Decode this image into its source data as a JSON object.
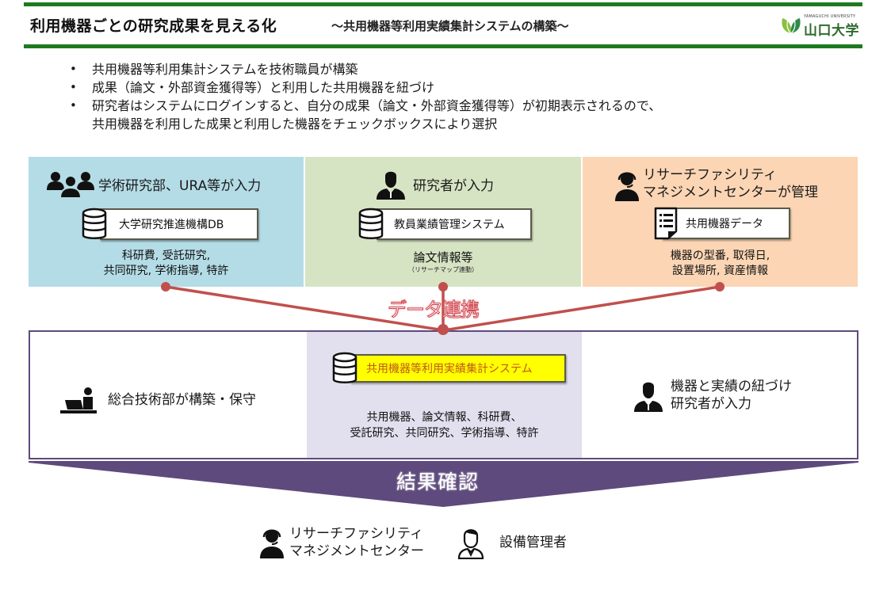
{
  "header": {
    "title": "利用機器ごとの研究成果を見える化",
    "subtitle": "～共用機器等利用実績集計システムの構築～",
    "logo_en": "YAMAGUCHI UNIVERSITY",
    "logo_jp": "山口大学",
    "accent_color": "#1e7a1e"
  },
  "bullets": [
    {
      "text": "共用機器等利用集計システムを技術職員が構築"
    },
    {
      "text": "成果（論文・外部資金獲得等）と利用した共用機器を紐づけ"
    },
    {
      "text": "研究者はシステムにログインすると、自分の成果（論文・外部資金獲得等）が初期表示されるので、",
      "continuation": "共用機器を利用した成果と利用した機器をチェックボックスにより選択"
    }
  ],
  "sources": [
    {
      "actor": "学術研究部、URA等が入力",
      "icon": "group-icon",
      "system": "大学研究推進機構DB",
      "system_icon": "database-icon",
      "notes": [
        "科研費, 受託研究,",
        "共同研究, 学術指導, 特許"
      ],
      "bg_color": "#b4dce6"
    },
    {
      "actor": "研究者が入力",
      "icon": "researcher-icon",
      "system": "教員業績管理システム",
      "system_icon": "database-icon",
      "notes": [
        "論文情報等"
      ],
      "subnote": "（リサーチマップ連動）",
      "bg_color": "#d7e4c4"
    },
    {
      "actor_lines": [
        "リサーチファシリティ",
        "マネジメントセンターが管理"
      ],
      "icon": "support-operator-icon",
      "system": "共用機器データ",
      "system_icon": "document-list-icon",
      "notes": [
        "機器の型番, 取得日,",
        "設置場所, 資産情報"
      ],
      "bg_color": "#fbd5b4"
    }
  ],
  "link_label": "データ連携",
  "link_color": "#c0504d",
  "system": {
    "left_label": "総合技術部が構築・保守",
    "left_icon": "technician-laptop-icon",
    "name": "共用機器等利用実績集計システム",
    "name_icon": "database-icon",
    "contents": [
      "共用機器、論文情報、科研費、",
      "受託研究、共同研究、学術指導、特許"
    ],
    "right_lines": [
      "機器と実績の紐づけ",
      "研究者が入力"
    ],
    "right_icon": "researcher-icon",
    "border_color": "#5e4a7c",
    "highlight_color": "#ffff00"
  },
  "result": {
    "label": "結果確認",
    "color": "#5e4a7c"
  },
  "viewers": [
    {
      "lines": [
        "リサーチファシリティ",
        "マネジメントセンター"
      ],
      "icon": "support-operator-icon"
    },
    {
      "lines": [
        "設備管理者"
      ],
      "icon": "facility-manager-icon"
    }
  ]
}
